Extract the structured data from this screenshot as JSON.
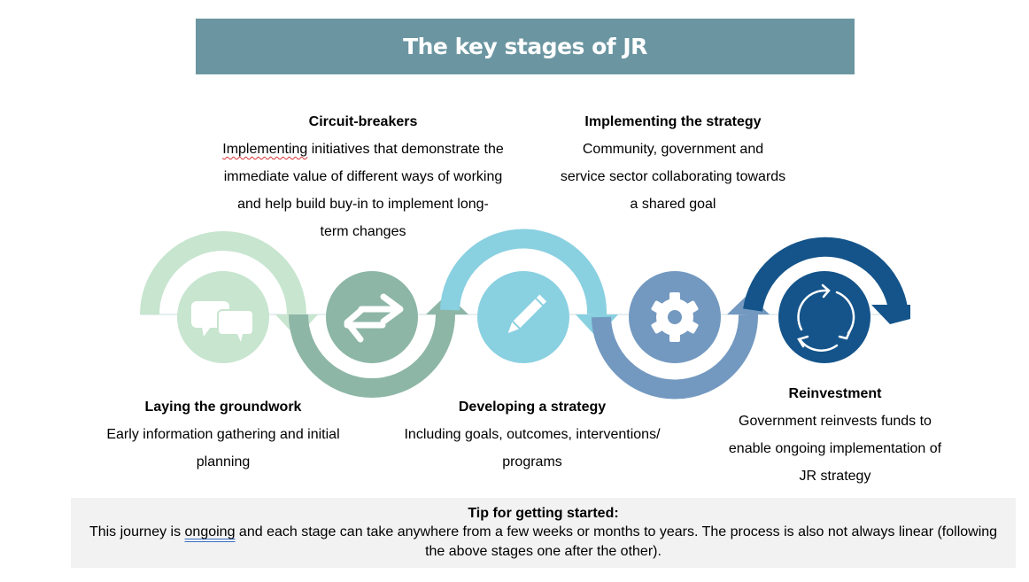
{
  "title": "The key stages of JR",
  "colors": {
    "title_bar": "#6b96a1",
    "stage1": "#c7e5cf",
    "stage2": "#8db6a6",
    "stage3": "#89d0e1",
    "stage4": "#7399c0",
    "stage5": "#14548a",
    "tip_background": "#f2f2f2"
  },
  "stages": [
    {
      "heading": "Laying the groundwork",
      "description_lines": [
        "Early information gathering and initial",
        "planning"
      ],
      "icon": "speech-bubbles-icon"
    },
    {
      "heading": "Circuit-breakers",
      "description_first_word": "Implementing",
      "description_lines": [
        " initiatives that demonstrate the",
        "immediate value of different ways of working",
        "and help build buy-in to implement long-",
        "term changes"
      ],
      "icon": "exchange-arrows-icon"
    },
    {
      "heading": "Developing a strategy",
      "description_lines": [
        "Including goals, outcomes, interventions/",
        "programs"
      ],
      "icon": "pencil-icon"
    },
    {
      "heading": "Implementing the strategy",
      "description_lines": [
        "Community, government and",
        "service sector collaborating towards",
        "a shared goal"
      ],
      "icon": "gear-icon"
    },
    {
      "heading": "Reinvestment",
      "description_lines": [
        "Government reinvests funds to",
        "enable ongoing implementation of",
        "JR strategy"
      ],
      "icon": "cycle-arrows-icon"
    }
  ],
  "tip": {
    "heading": "Tip for getting started:",
    "body_before": "This journey is ",
    "body_underlined": "ongoing",
    "body_after": " and each stage can take anywhere from a few weeks or months to years. The process is also not always linear (following the above stages one after the other)."
  }
}
